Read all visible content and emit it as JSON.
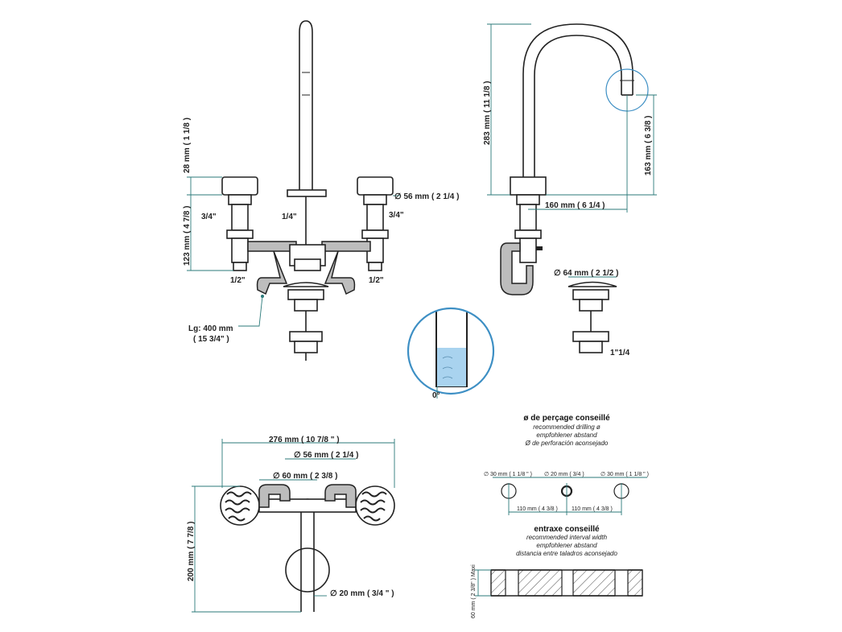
{
  "front": {
    "dim_28": "28 mm ( 1 1/8 )",
    "dim_123": "123 mm ( 4 7/8 )",
    "thread_left": "3/4\"",
    "thread_center": "1/4\"",
    "thread_right": "3/4\"",
    "dim_56": "∅ 56 mm ( 2 1/4 )",
    "outlet_left": "1/2\"",
    "outlet_right": "1/2\"",
    "hose_length_1": "Lg: 400 mm",
    "hose_length_2": "( 15 3/4\" )"
  },
  "side": {
    "dim_283": "283 mm ( 11 1/8 )",
    "dim_163": "163 mm ( 6 3/8 )",
    "dim_160": "160 mm ( 6 1/4 )",
    "dim_64": "∅ 64 mm ( 2 1/2 )",
    "drain_thread": "1\"1/4",
    "angle": "0°"
  },
  "top": {
    "dim_276": "276 mm ( 10 7/8 \" )",
    "dim_56": "∅ 56 mm ( 2 1/4 )",
    "dim_60": "∅ 60 mm ( 2 3/8 )",
    "dim_200": "200 mm ( 7 7/8 )",
    "dim_20": "∅ 20 mm ( 3/4 \" )"
  },
  "drilling": {
    "title": "ø de perçage conseillé",
    "en": "recommended drilling ø",
    "de": "empfohlener abstand",
    "es": "Ø de perforación aconsejado",
    "hole_left": "∅ 30 mm ( 1 1/8 \" )",
    "hole_center": "∅ 20 mm ( 3/4 )",
    "hole_right": "∅ 30 mm ( 1 1/8 \" )",
    "gap_left": "110 mm ( 4 3/8 )",
    "gap_right": "110 mm ( 4 3/8 )"
  },
  "interval": {
    "title": "entraxe conseillé",
    "en": "recommended interval width",
    "de": "empfohlener abstand",
    "es": "distancia entre taladros aconsejado",
    "thickness": "60 mm ( 2 3/8\" ) Maxi"
  },
  "colors": {
    "dimension": "#2b7a7a",
    "detail_circle": "#3d8fc4",
    "water": "#a9d3ef"
  }
}
